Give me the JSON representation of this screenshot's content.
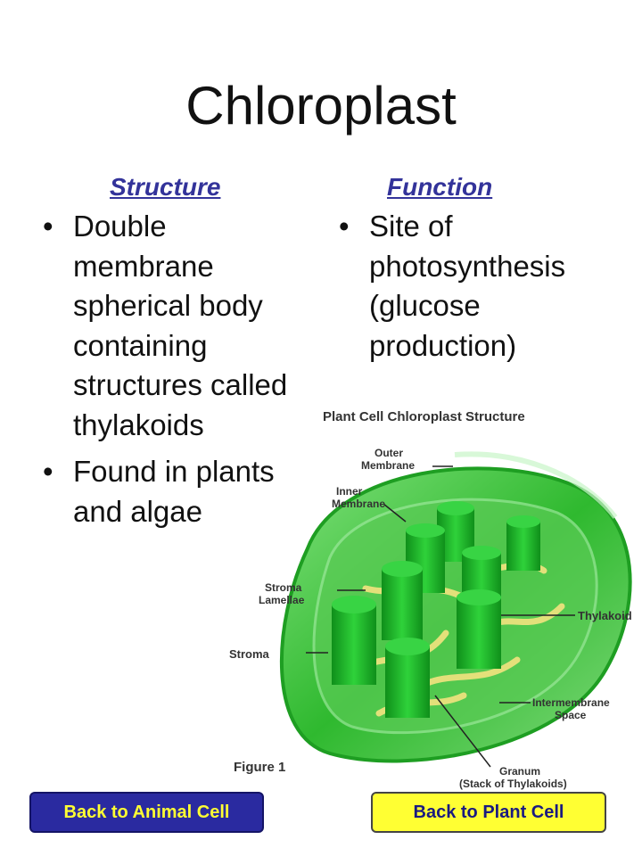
{
  "title": "Chloroplast",
  "structure": {
    "heading": "Structure",
    "bullets": [
      "Double membrane spherical body containing structures called thylakoids",
      "Found in plants and algae"
    ]
  },
  "function": {
    "heading": "Function",
    "bullets": [
      "Site of photosynthesis (glucose production)"
    ]
  },
  "figure": {
    "title": "Plant Cell Chloroplast Structure",
    "caption": "Figure 1",
    "labels": {
      "outer_membrane_1": "Outer",
      "outer_membrane_2": "Membrane",
      "inner_membrane_1": "Inner",
      "inner_membrane_2": "Membrane",
      "stroma_lamellae_1": "Stroma",
      "stroma_lamellae_2": "Lamellae",
      "stroma": "Stroma",
      "thylakoid": "Thylakoid",
      "intermembrane_1": "Intermembrane",
      "intermembrane_2": "Space",
      "granum_1": "Granum",
      "granum_2": "(Stack of Thylakoids)"
    }
  },
  "nav": {
    "animal": "Back to Animal Cell",
    "plant": "Back to Plant Cell"
  },
  "colors": {
    "heading": "#33339a",
    "animal_btn_bg": "#2a2aa0",
    "animal_btn_text": "#ffff33",
    "plant_btn_bg": "#ffff33",
    "plant_btn_text": "#1a1a80"
  }
}
